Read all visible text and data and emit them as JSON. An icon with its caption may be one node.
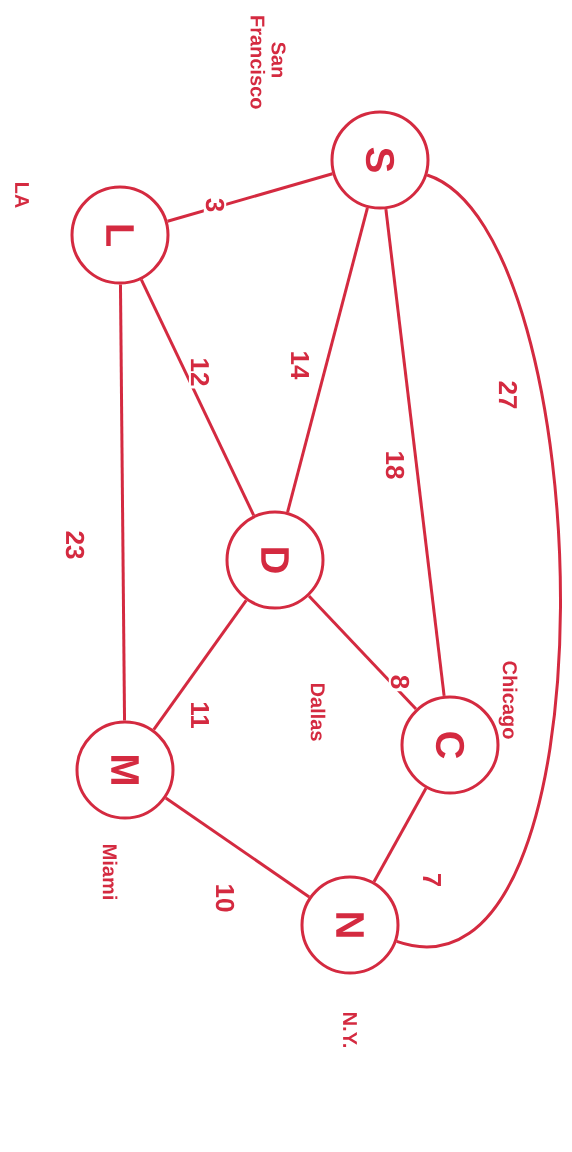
{
  "diagram": {
    "nodes": [
      {
        "text": [
          "S"
        ],
        "beside": [
          "San Francisco"
        ]
      },
      {
        "text": [
          "L"
        ],
        "beside": [
          "LA"
        ]
      },
      {
        "text": [
          "D"
        ],
        "beside": [
          "Dallas"
        ]
      },
      {
        "text": [
          "C"
        ],
        "beside": [
          "Chicago"
        ]
      },
      {
        "text": [
          "M"
        ],
        "beside": [
          "Miami"
        ]
      },
      {
        "text": [
          "N"
        ],
        "beside": [
          "N.Y."
        ]
      }
    ],
    "edges": [
      {
        "from": 1,
        "to": 0,
        "arrow": "none",
        "label": "3"
      },
      {
        "from": 1,
        "to": 2,
        "arrow": "none",
        "label": "12"
      },
      {
        "from": 0,
        "to": 2,
        "arrow": "none",
        "label": "14"
      },
      {
        "from": 0,
        "to": 3,
        "arrow": "none",
        "label": "18"
      },
      {
        "from": 0,
        "to": 5,
        "arrow": "none",
        "label": "27"
      },
      {
        "from": 1,
        "to": 4,
        "arrow": "none",
        "label": "23"
      },
      {
        "from": 2,
        "to": 4,
        "arrow": "none",
        "label": "11"
      },
      {
        "from": 2,
        "to": 3,
        "arrow": "none",
        "label": "8"
      },
      {
        "from": 3,
        "to": 5,
        "arrow": "none",
        "label": "7"
      },
      {
        "from": 4,
        "to": 5,
        "arrow": "none",
        "label": "10"
      }
    ]
  }
}
